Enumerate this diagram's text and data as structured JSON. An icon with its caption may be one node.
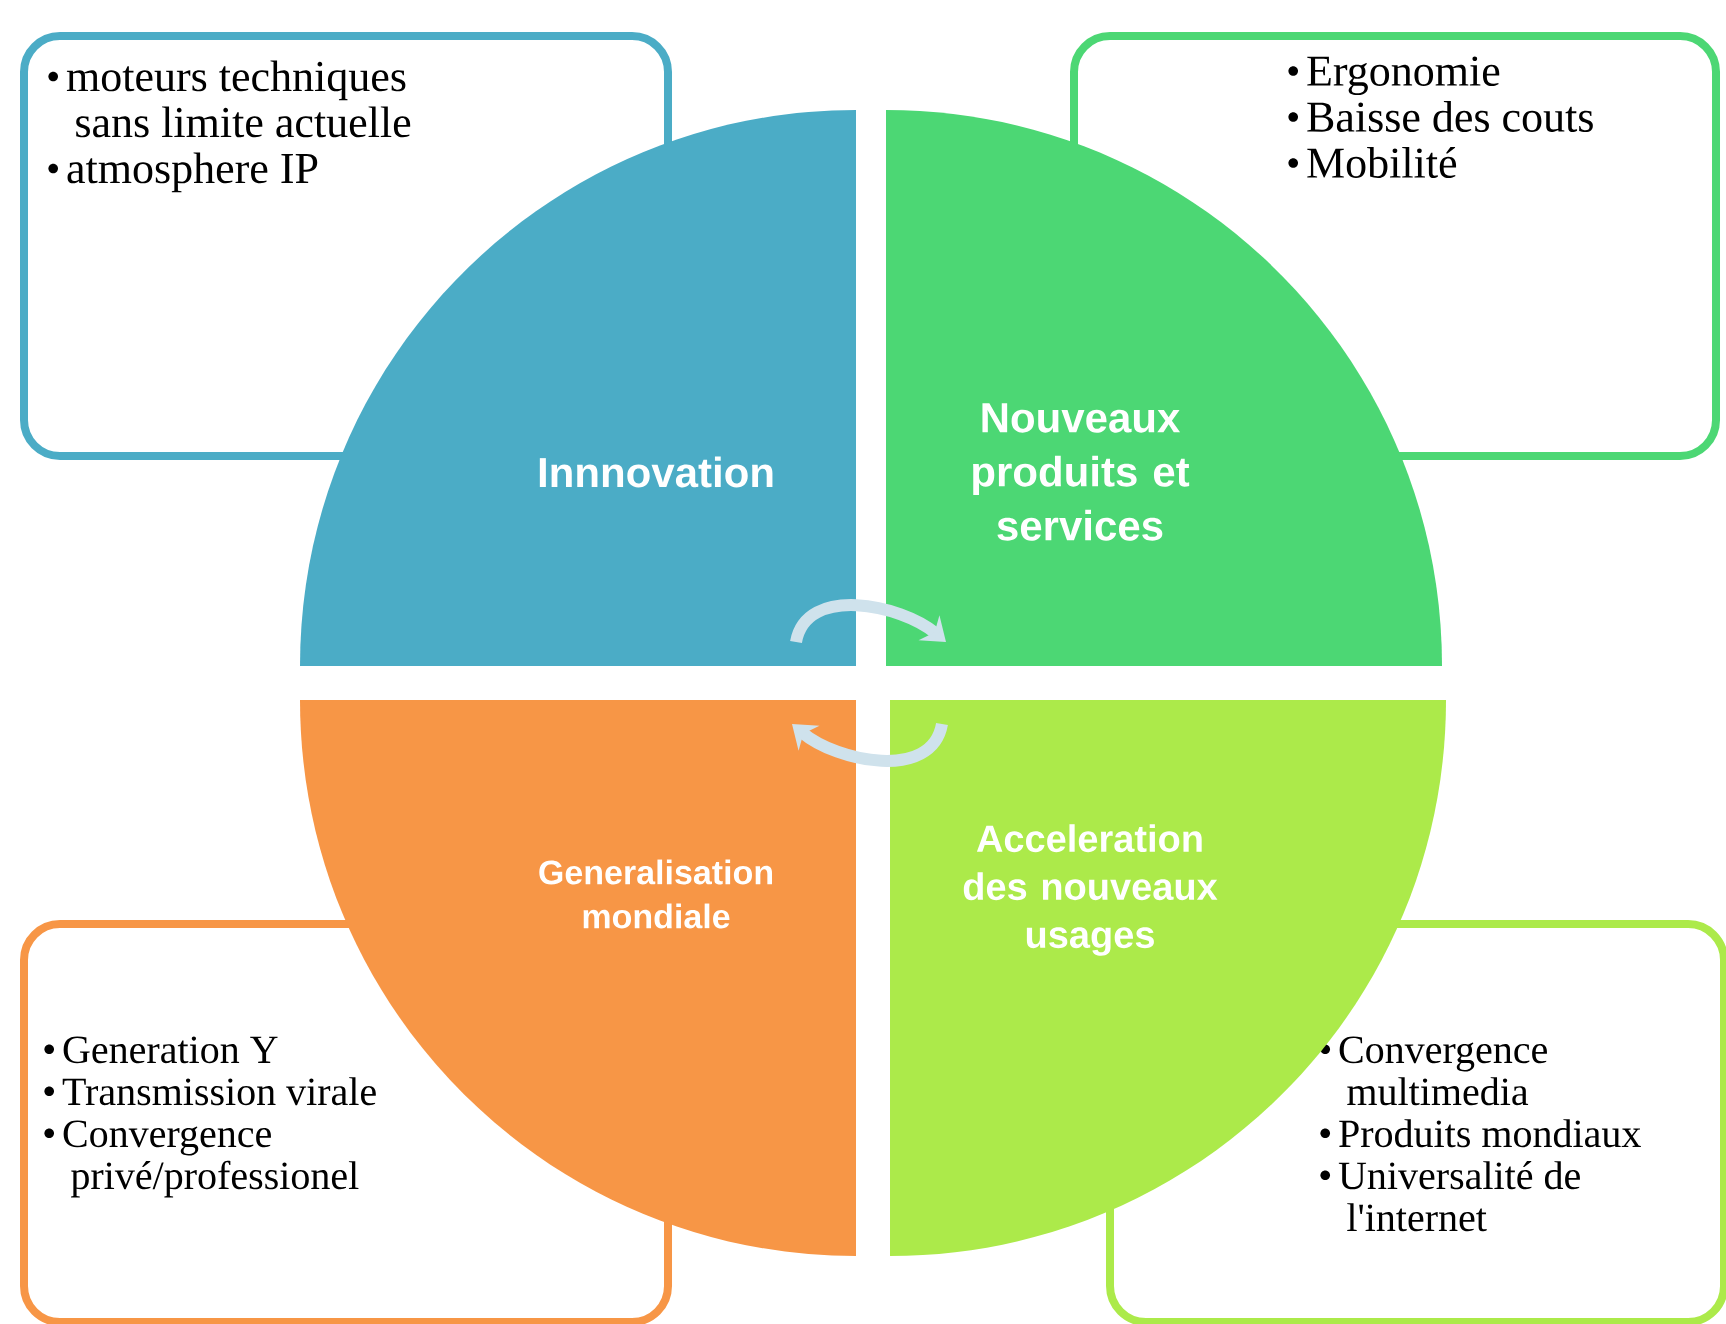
{
  "diagram": {
    "nodes": [
      {
        "text": [
          "moteurs techniques sans limite actuelle",
          "atmosphere IP"
        ]
      },
      {
        "text": [
          "Ergonomie",
          "Baisse des couts",
          "Mobilité"
        ]
      },
      {
        "text": [
          "Innnovation"
        ]
      },
      {
        "text": [
          "Nouveaux produits et services"
        ]
      },
      {
        "text": [
          "Generalisation mondiale"
        ]
      },
      {
        "text": [
          "Acceleration des nouveaux usages"
        ]
      },
      {
        "text": [
          "Generation Y",
          "Transmission virale",
          "Convergence privé/professionel"
        ]
      },
      {
        "text": [
          "Convergence multimedia",
          "Produits mondiaux",
          "Universalité de l'internet"
        ]
      }
    ],
    "edges": [
      {
        "from": 2,
        "to": 3,
        "arrow": "to"
      },
      {
        "from": 5,
        "to": 4,
        "arrow": "to"
      }
    ]
  }
}
